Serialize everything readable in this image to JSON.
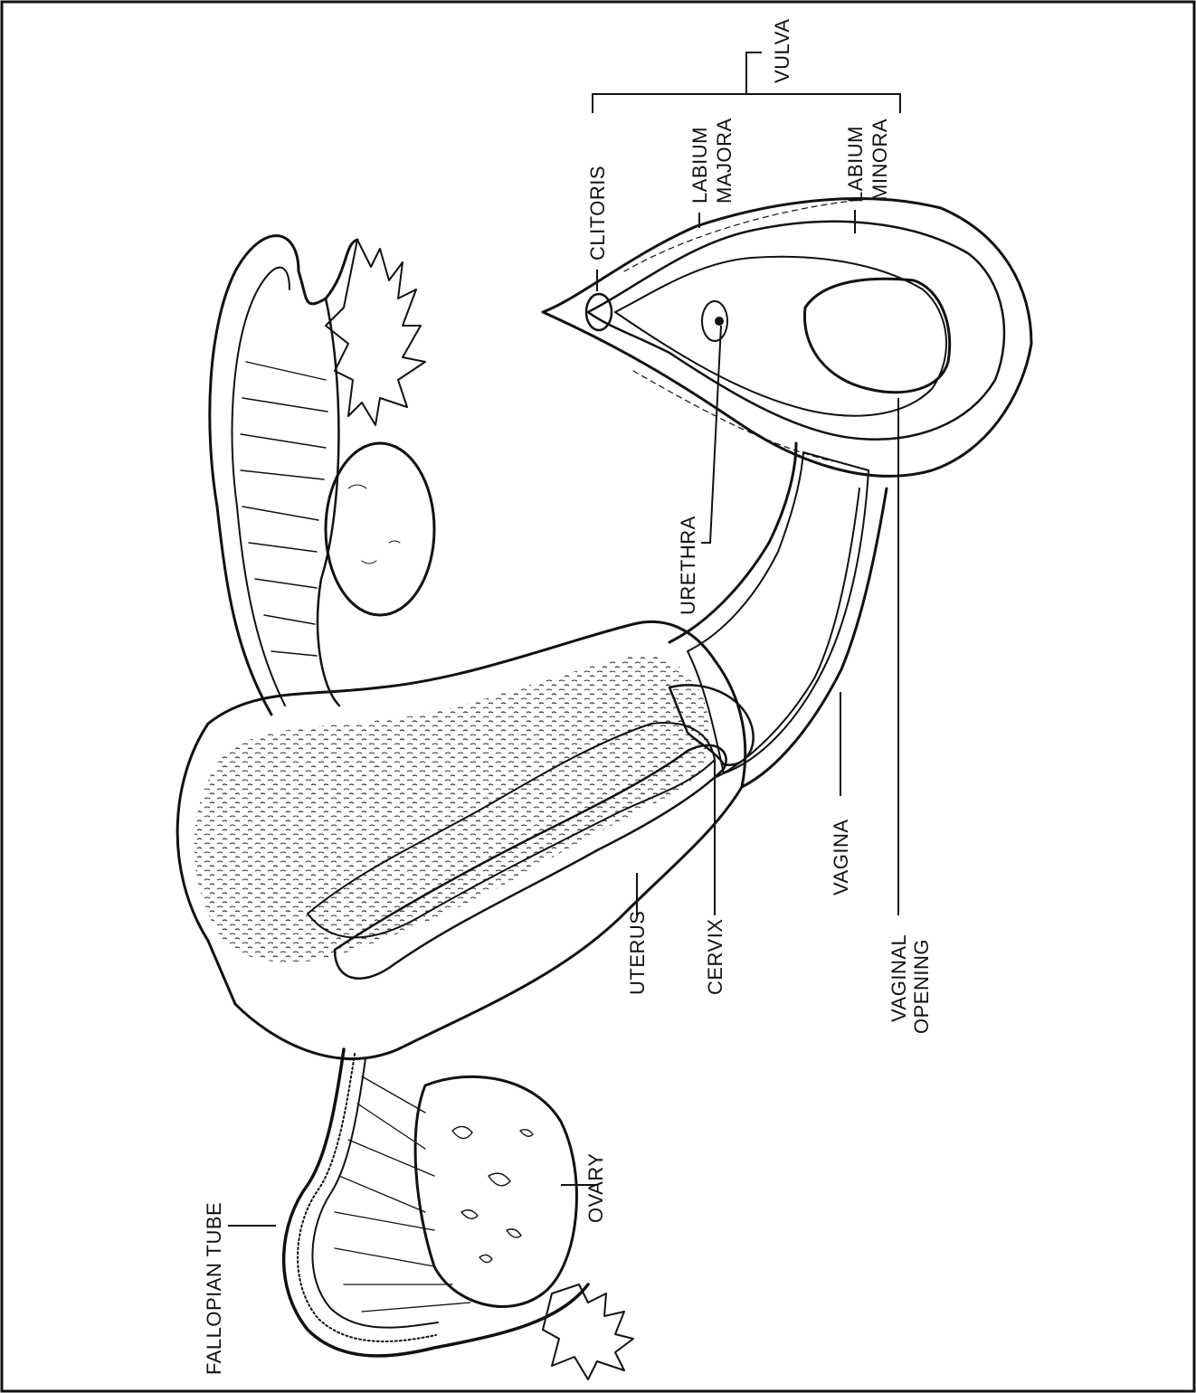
{
  "labels": {
    "fallopian_tube": "FALLOPIAN TUBE",
    "ovary": "OVARY",
    "uterus": "UTERUS",
    "cervix": "CERVIX",
    "vagina": "VAGINA",
    "vaginal_opening_1": "VAGINAL",
    "vaginal_opening_2": "OPENING",
    "urethra": "URETHRA",
    "clitoris": "CLITORIS",
    "labium_majora_1": "LABIUM",
    "labium_majora_2": "MAJORA",
    "labium_minora_1": "LABIUM",
    "labium_minora_2": "MINORA",
    "vulva": "VULVA"
  },
  "colors": {
    "ink": "#111111",
    "paper": "#ffffff"
  }
}
